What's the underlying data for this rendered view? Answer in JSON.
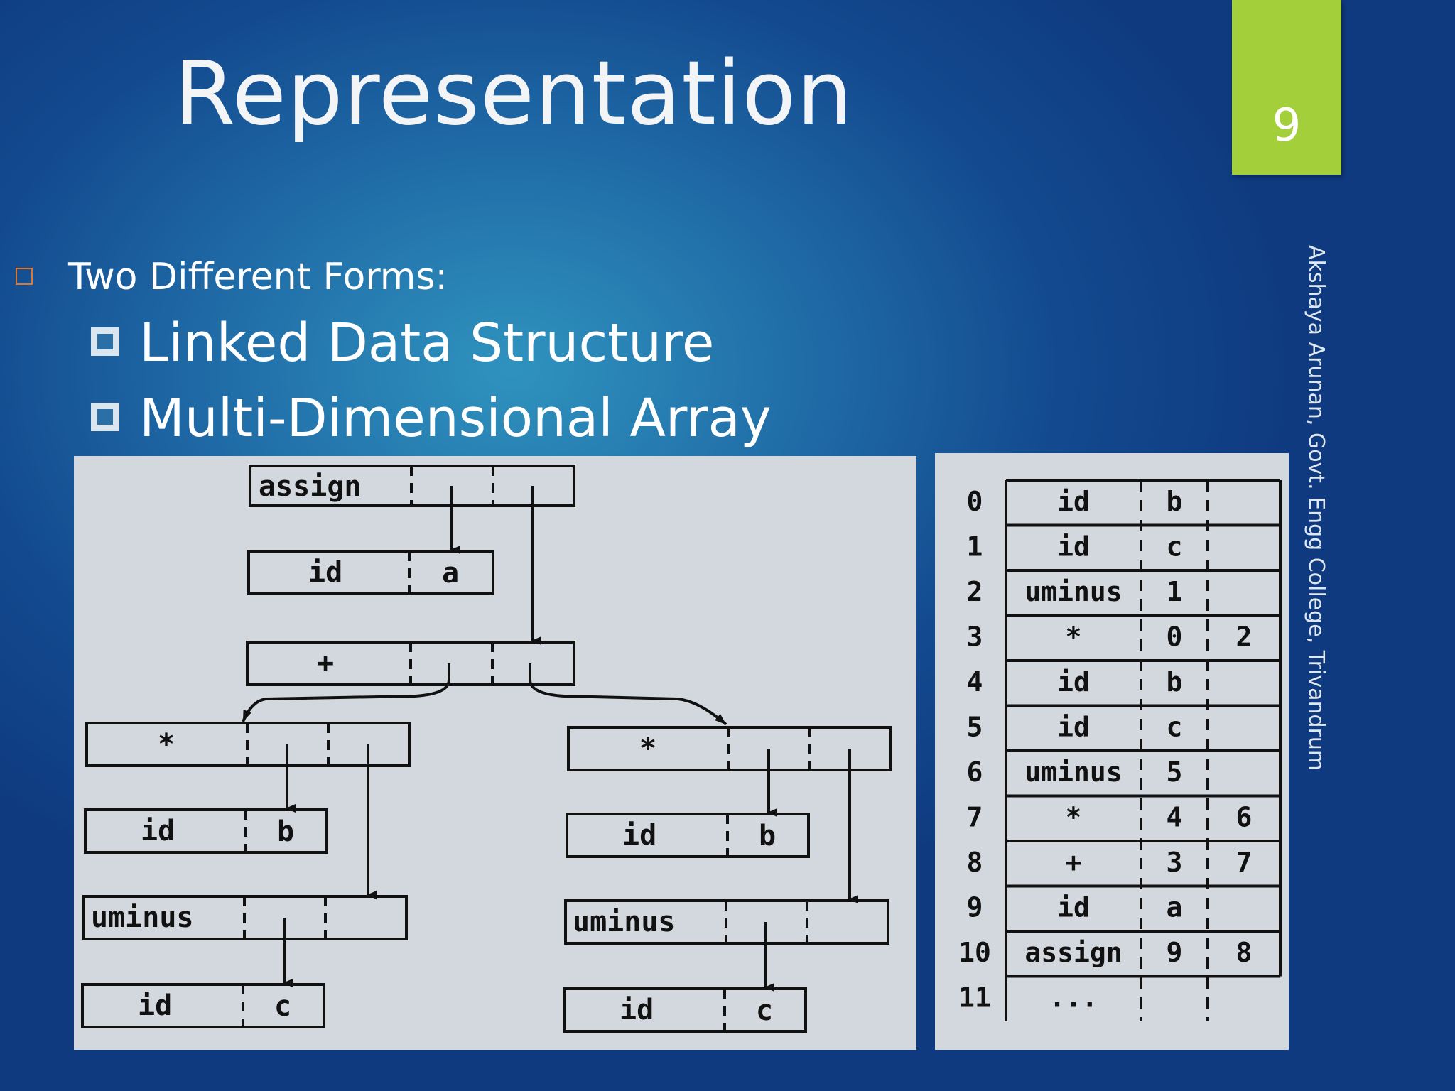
{
  "slide": {
    "title": "Representation",
    "number": "9",
    "author": "Akshaya Arunan, Govt. Engg College, Trivandrum"
  },
  "bullets": {
    "main": "Two Different Forms:",
    "items": [
      "Linked Data Structure",
      "Multi-Dimensional Array"
    ]
  },
  "linked_structure": {
    "nodes": {
      "root": "assign",
      "id_a": [
        "id",
        "a"
      ],
      "plus": "+",
      "mul_left": "*",
      "mul_right": "*",
      "id_b": [
        "id",
        "b"
      ],
      "uminus": "uminus",
      "id_c": [
        "id",
        "c"
      ]
    }
  },
  "array_table": {
    "rows": [
      {
        "index": "0",
        "op": "id",
        "arg1": "b",
        "arg2": ""
      },
      {
        "index": "1",
        "op": "id",
        "arg1": "c",
        "arg2": ""
      },
      {
        "index": "2",
        "op": "uminus",
        "arg1": "1",
        "arg2": ""
      },
      {
        "index": "3",
        "op": "*",
        "arg1": "0",
        "arg2": "2"
      },
      {
        "index": "4",
        "op": "id",
        "arg1": "b",
        "arg2": ""
      },
      {
        "index": "5",
        "op": "id",
        "arg1": "c",
        "arg2": ""
      },
      {
        "index": "6",
        "op": "uminus",
        "arg1": "5",
        "arg2": ""
      },
      {
        "index": "7",
        "op": "*",
        "arg1": "4",
        "arg2": "6"
      },
      {
        "index": "8",
        "op": "+",
        "arg1": "3",
        "arg2": "7"
      },
      {
        "index": "9",
        "op": "id",
        "arg1": "a",
        "arg2": ""
      },
      {
        "index": "10",
        "op": "assign",
        "arg1": "9",
        "arg2": "8"
      },
      {
        "index": "11",
        "op": "...",
        "arg1": "",
        "arg2": ""
      }
    ]
  }
}
